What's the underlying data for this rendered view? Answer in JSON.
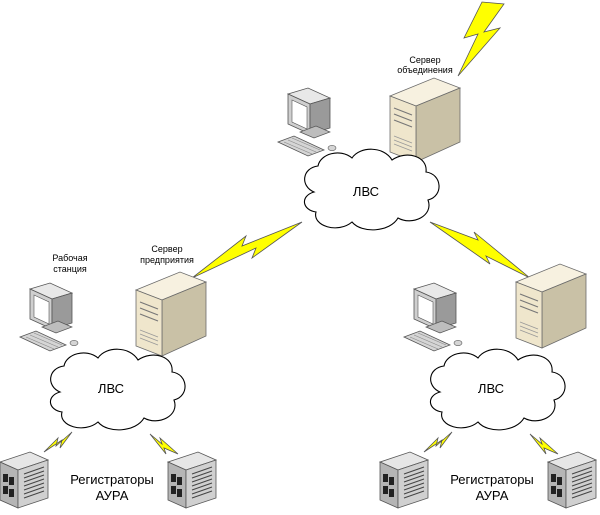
{
  "diagram": {
    "top": {
      "server_label": [
        "Сервер",
        "объединения"
      ],
      "lan_label": "ЛВС"
    },
    "left": {
      "workstation_label": [
        "Рабочая",
        "станция"
      ],
      "server_label": [
        "Сервер",
        "предприятия"
      ],
      "lan_label": "ЛВС",
      "registrars_label": [
        "Регистраторы",
        "АУРА"
      ]
    },
    "right": {
      "lan_label": "ЛВС",
      "registrars_label": [
        "Регистраторы",
        "АУРА"
      ]
    },
    "colors": {
      "lightning": "#ffff00",
      "lightning_stroke": "#555555",
      "server_body": "#efe6cc",
      "monitor_body": "#d9d9d9",
      "registrar_body": "#c8c8c8"
    }
  }
}
